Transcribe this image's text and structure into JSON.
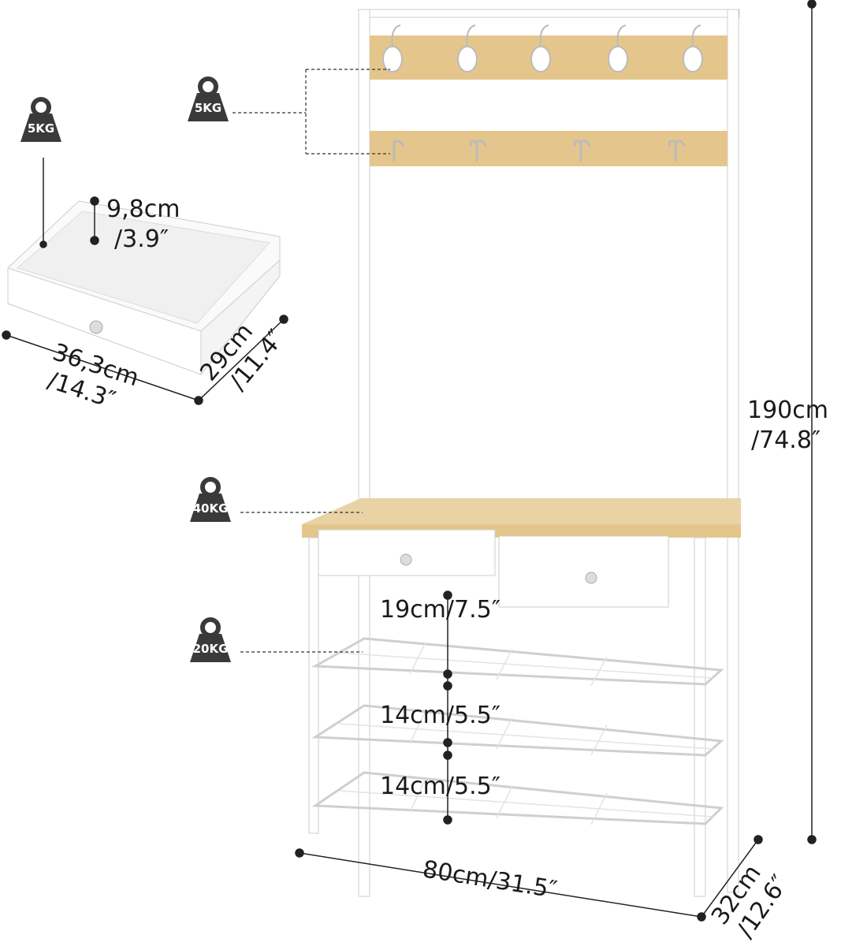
{
  "weights": {
    "drawer": "5KG",
    "hooks": "5KG",
    "bench": "40KG",
    "shelves": "20KG"
  },
  "drawer_dims": {
    "height_cm": "9,8cm",
    "height_in": "/3.9″",
    "width_cm": "36,3cm",
    "width_in": "/14.3″",
    "depth_cm": "29cm",
    "depth_in": "/11.4″"
  },
  "rack_dims": {
    "height_cm": "190cm",
    "height_in": "/74.8″",
    "shelf_gap_1": "19cm/7.5″",
    "shelf_gap_2": "14cm/5.5″",
    "shelf_gap_3": "14cm/5.5″",
    "width": "80cm/31.5″",
    "depth_cm": "32cm",
    "depth_in": "/12.6″"
  },
  "colors": {
    "wood": "#e4c68c",
    "frame": "#ffffff",
    "outline": "#c9c9c9",
    "weight": "#3a3a3a"
  }
}
